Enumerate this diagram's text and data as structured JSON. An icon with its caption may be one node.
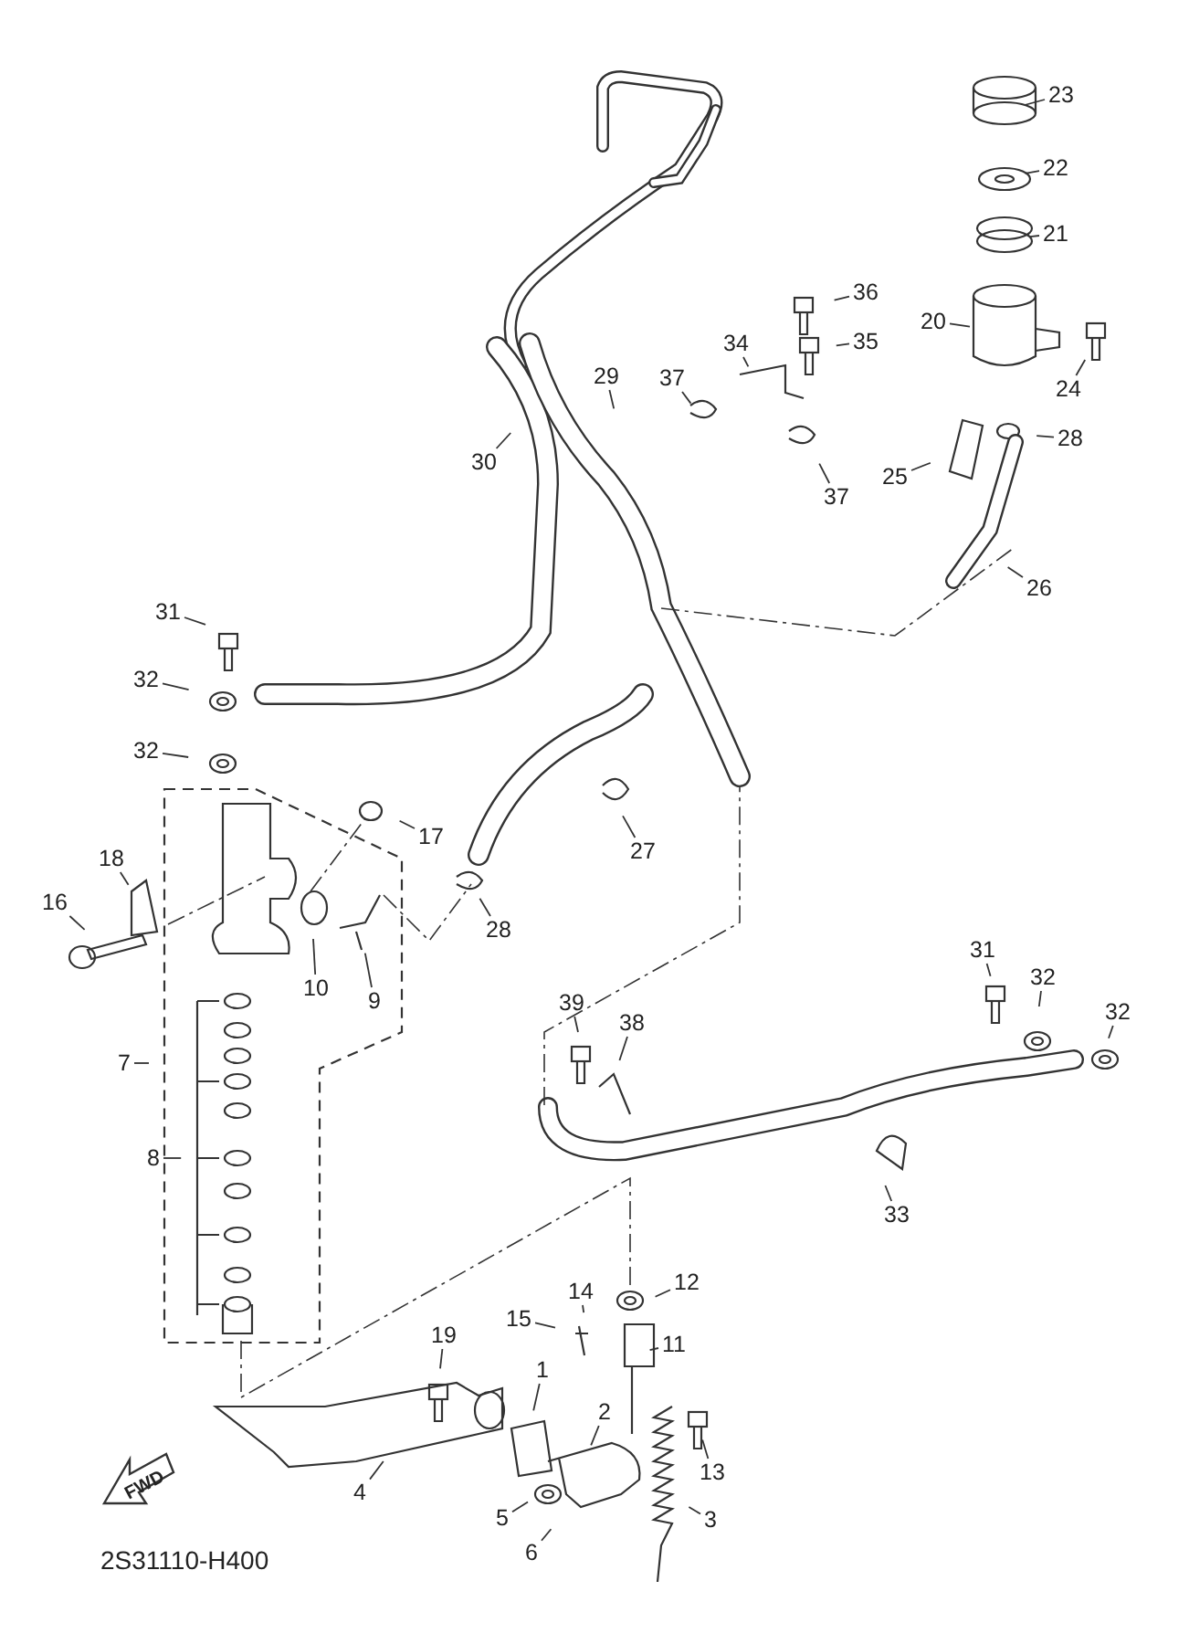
{
  "diagram": {
    "nodes": [
      {
        "text": [
          "23"
        ]
      },
      {
        "text": [
          "22"
        ]
      },
      {
        "text": [
          "21"
        ]
      },
      {
        "text": [
          "20"
        ]
      },
      {
        "text": [
          "24"
        ]
      },
      {
        "text": [
          "36"
        ]
      },
      {
        "text": [
          "35"
        ]
      },
      {
        "text": [
          "34"
        ]
      },
      {
        "text": [
          "37"
        ]
      },
      {
        "text": [
          "29"
        ]
      },
      {
        "text": [
          "28"
        ]
      },
      {
        "text": [
          "25"
        ]
      },
      {
        "text": [
          "37"
        ]
      },
      {
        "text": [
          "30"
        ]
      },
      {
        "text": [
          "26"
        ]
      },
      {
        "text": [
          "31"
        ]
      },
      {
        "text": [
          "32"
        ]
      },
      {
        "text": [
          "32"
        ]
      },
      {
        "text": [
          "17"
        ]
      },
      {
        "text": [
          "27"
        ]
      },
      {
        "text": [
          "18"
        ]
      },
      {
        "text": [
          "16"
        ]
      },
      {
        "text": [
          "28"
        ]
      },
      {
        "text": [
          "31"
        ]
      },
      {
        "text": [
          "32"
        ]
      },
      {
        "text": [
          "10"
        ]
      },
      {
        "text": [
          "9"
        ]
      },
      {
        "text": [
          "39"
        ]
      },
      {
        "text": [
          "38"
        ]
      },
      {
        "text": [
          "32"
        ]
      },
      {
        "text": [
          "7"
        ]
      },
      {
        "text": [
          "8"
        ]
      },
      {
        "text": [
          "33"
        ]
      },
      {
        "text": [
          "12"
        ]
      },
      {
        "text": [
          "14"
        ]
      },
      {
        "text": [
          "15"
        ]
      },
      {
        "text": [
          "11"
        ]
      },
      {
        "text": [
          "19"
        ]
      },
      {
        "text": [
          "1"
        ]
      },
      {
        "text": [
          "2"
        ]
      },
      {
        "text": [
          "13"
        ]
      },
      {
        "text": [
          "4"
        ]
      },
      {
        "text": [
          "3"
        ]
      },
      {
        "text": [
          "5"
        ]
      },
      {
        "text": [
          "6"
        ]
      }
    ],
    "edges": [
      {
        "from": 0,
        "to": null,
        "arrow": "none"
      },
      {
        "from": 1,
        "to": null,
        "arrow": "none"
      },
      {
        "from": 2,
        "to": null,
        "arrow": "none"
      },
      {
        "from": 3,
        "to": null,
        "arrow": "none"
      },
      {
        "from": 4,
        "to": null,
        "arrow": "none"
      },
      {
        "from": 5,
        "to": null,
        "arrow": "none"
      },
      {
        "from": 6,
        "to": null,
        "arrow": "none"
      },
      {
        "from": 7,
        "to": null,
        "arrow": "none"
      },
      {
        "from": 8,
        "to": null,
        "arrow": "none"
      },
      {
        "from": 9,
        "to": null,
        "arrow": "none"
      },
      {
        "from": 10,
        "to": null,
        "arrow": "none"
      },
      {
        "from": 11,
        "to": null,
        "arrow": "none"
      },
      {
        "from": 12,
        "to": null,
        "arrow": "none"
      },
      {
        "from": 13,
        "to": null,
        "arrow": "none"
      },
      {
        "from": 14,
        "to": null,
        "arrow": "none"
      },
      {
        "from": 15,
        "to": null,
        "arrow": "none"
      },
      {
        "from": 16,
        "to": null,
        "arrow": "none"
      },
      {
        "from": 17,
        "to": null,
        "arrow": "none"
      },
      {
        "from": 18,
        "to": null,
        "arrow": "none"
      },
      {
        "from": 19,
        "to": null,
        "arrow": "none"
      },
      {
        "from": 20,
        "to": null,
        "arrow": "none"
      },
      {
        "from": 21,
        "to": null,
        "arrow": "none"
      },
      {
        "from": 22,
        "to": null,
        "arrow": "none"
      },
      {
        "from": 23,
        "to": null,
        "arrow": "none"
      },
      {
        "from": 24,
        "to": null,
        "arrow": "none"
      },
      {
        "from": 25,
        "to": null,
        "arrow": "none"
      },
      {
        "from": 26,
        "to": null,
        "arrow": "none"
      },
      {
        "from": 27,
        "to": null,
        "arrow": "none"
      },
      {
        "from": 28,
        "to": null,
        "arrow": "none"
      },
      {
        "from": 29,
        "to": null,
        "arrow": "none"
      },
      {
        "from": 30,
        "to": null,
        "arrow": "none"
      },
      {
        "from": 31,
        "to": null,
        "arrow": "none"
      },
      {
        "from": 32,
        "to": null,
        "arrow": "none"
      },
      {
        "from": 33,
        "to": null,
        "arrow": "none"
      },
      {
        "from": 34,
        "to": null,
        "arrow": "none"
      },
      {
        "from": 35,
        "to": null,
        "arrow": "none"
      },
      {
        "from": 36,
        "to": null,
        "arrow": "none"
      },
      {
        "from": 37,
        "to": null,
        "arrow": "none"
      },
      {
        "from": 38,
        "to": null,
        "arrow": "none"
      },
      {
        "from": 39,
        "to": null,
        "arrow": "none"
      },
      {
        "from": 40,
        "to": null,
        "arrow": "none"
      },
      {
        "from": 41,
        "to": null,
        "arrow": "none"
      },
      {
        "from": 42,
        "to": null,
        "arrow": "none"
      },
      {
        "from": 43,
        "to": null,
        "arrow": "none"
      },
      {
        "from": 44,
        "to": null,
        "arrow": "none"
      }
    ],
    "labels": [
      "FWD",
      "2S31110-H400"
    ]
  }
}
